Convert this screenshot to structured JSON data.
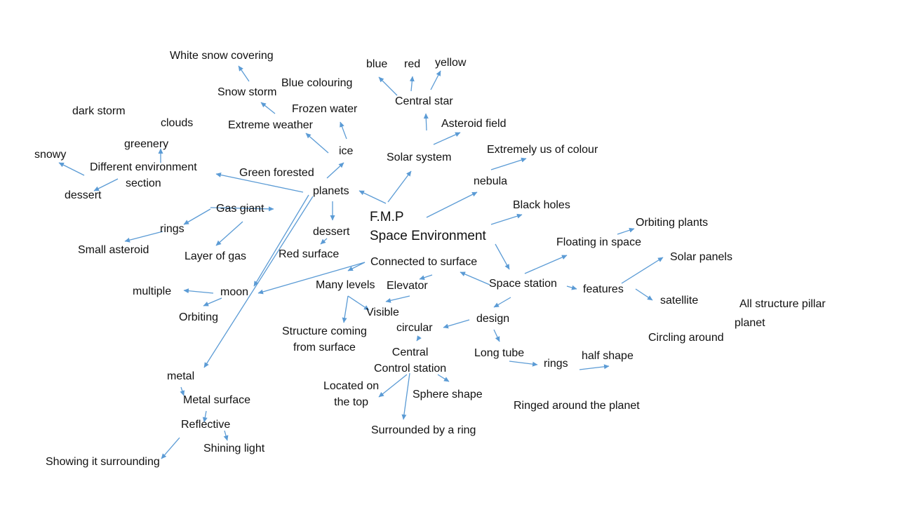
{
  "colors": {
    "arrow": "#5b9bd5",
    "text": "#111111",
    "background": "#ffffff"
  },
  "nodes": {
    "fmp": "F.M.P\nSpace Environment",
    "white_snow_covering": "White snow covering",
    "snow_storm": "Snow storm",
    "blue_colouring": "Blue colouring",
    "frozen_water": "Frozen water",
    "extreme_weather": "Extreme weather",
    "ice": "ice",
    "dark_storm": "dark storm",
    "clouds": "clouds",
    "greenery": "greenery",
    "snowy": "snowy",
    "different_env": "Different environment\nsection",
    "dessert_left": "dessert",
    "green_forested": "Green forested",
    "planets": "planets",
    "gas_giant": "Gas giant",
    "rings_left": "rings",
    "small_asteroid": "Small asteroid",
    "layer_of_gas": "Layer of gas",
    "dessert_mid": "dessert",
    "red_surface": "Red surface",
    "blue": "blue",
    "red": "red",
    "yellow": "yellow",
    "central_star": "Central star",
    "asteroid_field": "Asteroid field",
    "solar_system": "Solar system",
    "extremely_colour": "Extremely us of colour",
    "nebula": "nebula",
    "black_holes": "Black holes",
    "orbiting_plants": "Orbiting plants",
    "floating_in_space": "Floating in space",
    "solar_panels": "Solar panels",
    "features": "features",
    "satellite": "satellite",
    "all_structure_pillar": "All structure pillar",
    "planet": "planet",
    "circling_around": "Circling around",
    "connected_to_surface": "Connected to surface",
    "many_levels": "Many levels",
    "elevator": "Elevator",
    "space_station": "Space station",
    "visible": "Visible",
    "structure_coming": "Structure coming\nfrom surface",
    "multiple": "multiple",
    "moon": "moon",
    "orbiting": "Orbiting",
    "circular": "circular",
    "design": "design",
    "central_control": "Central\nControl station",
    "long_tube": "Long tube",
    "rings_right": "rings",
    "half_shape": "half shape",
    "located_on_top": "Located on\nthe top",
    "sphere_shape": "Sphere shape",
    "surrounded_by_ring": "Surrounded by a ring",
    "ringed_around": "Ringed around the planet",
    "metal": "metal",
    "metal_surface": "Metal surface",
    "reflective": "Reflective",
    "shining_light": "Shining light",
    "showing_surrounding": "Showing it surrounding"
  }
}
